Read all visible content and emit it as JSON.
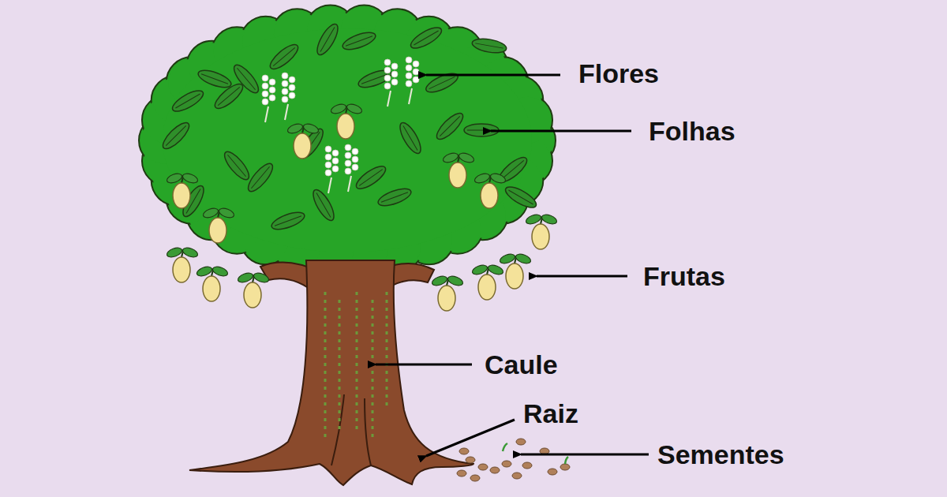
{
  "diagram": {
    "labels": [
      "Flores",
      "Folhas",
      "Frutas",
      "Caule",
      "Raiz",
      "Sementes"
    ]
  }
}
